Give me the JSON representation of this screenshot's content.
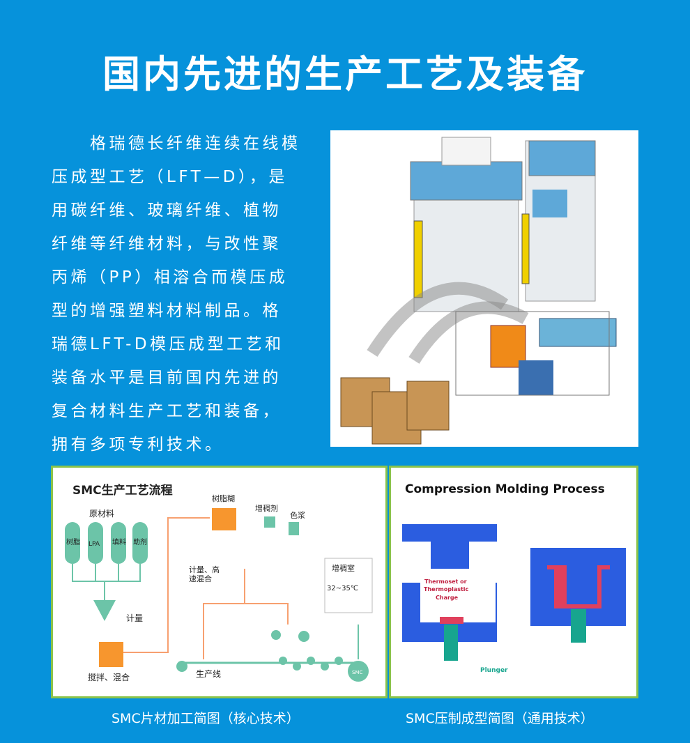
{
  "title": "国内先进的生产工艺及装备",
  "paragraph": [
    "　　格瑞德长纤维连续在线模",
    "压成型工艺（LFT—D），是",
    "用碳纤维、玻璃纤维、植物",
    "纤维等纤维材料，与改性聚",
    "丙烯（PP）相溶合而模压成",
    "型的增强塑料材料制品。格",
    "瑞德LFT-D模压成型工艺和",
    "装备水平是目前国内先进的",
    "复合材料生产工艺和装备，",
    "拥有多项专利技术。"
  ],
  "smc": {
    "title": "SMC生产工艺流程",
    "raw": "原材料",
    "tanks": [
      "树脂",
      "LPA",
      "填料",
      "助剂"
    ],
    "meter": "计量",
    "mix": "搅拌、混合",
    "paste": "树脂糊",
    "thickener": "增稠剂",
    "color": "色浆",
    "highspeed1": "计量、高",
    "highspeed2": "速混合",
    "room": "增稠室",
    "temp": "32~35℃",
    "line": "生产线",
    "roll": "SMC"
  },
  "cm": {
    "title": "Compression Molding Process",
    "charge1": "Thermoset or",
    "charge2": "Thermoplastic",
    "charge3": "Charge",
    "plunger": "Plunger"
  },
  "captions": {
    "left": "SMC片材加工简图（核心技术）",
    "right": "SMC压制成型简图（通用技术）"
  }
}
